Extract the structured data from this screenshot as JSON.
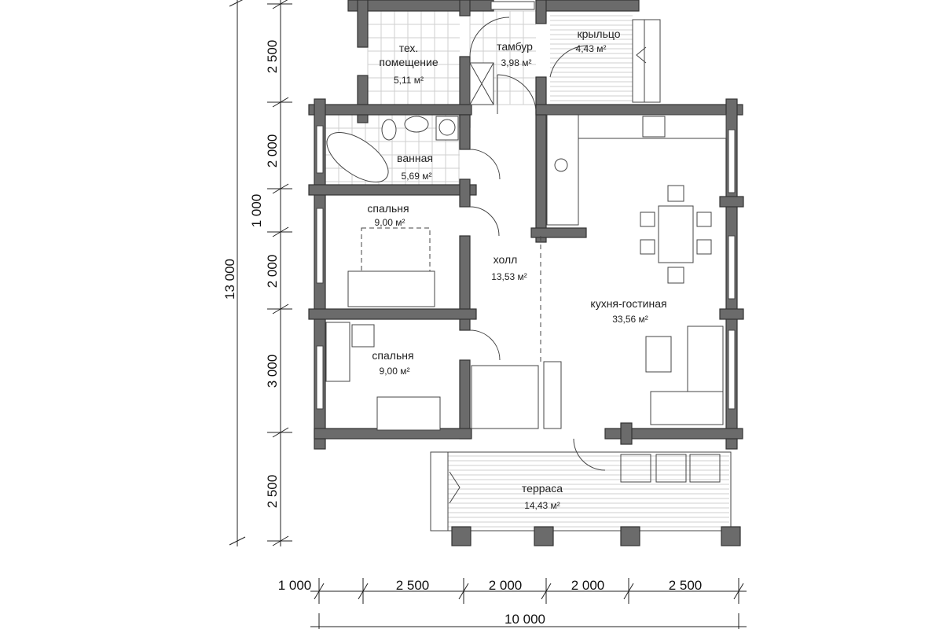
{
  "rooms": {
    "tech": {
      "name_1": "тех.",
      "name_2": "помещение",
      "area": "5,11 м²"
    },
    "tambur": {
      "name": "тамбур",
      "area": "3,98 м²"
    },
    "porch": {
      "name": "крыльцо",
      "area": "4,43 м²"
    },
    "bath": {
      "name": "ванная",
      "area": "5,69 м²"
    },
    "bedroom1": {
      "name": "спальня",
      "area": "9,00 м²"
    },
    "hall": {
      "name": "холл",
      "area": "13,53 м²"
    },
    "kitchen": {
      "name": "кухня-гостиная",
      "area": "33,56 м²"
    },
    "bedroom2": {
      "name": "спальня",
      "area": "9,00 м²"
    },
    "terrace": {
      "name": "терраса",
      "area": "14,43 м²"
    }
  },
  "dimensions": {
    "total_vertical": "13 000",
    "vertical": [
      "2 500",
      "2 000",
      "1 000",
      "2 000",
      "3 000",
      "2 500"
    ],
    "horizontal": [
      "1 000",
      "2 500",
      "2 000",
      "2 000",
      "2 500"
    ],
    "total_horizontal": "10 000"
  },
  "colors": {
    "wall": "#6b6b6b",
    "outline": "#333333"
  }
}
